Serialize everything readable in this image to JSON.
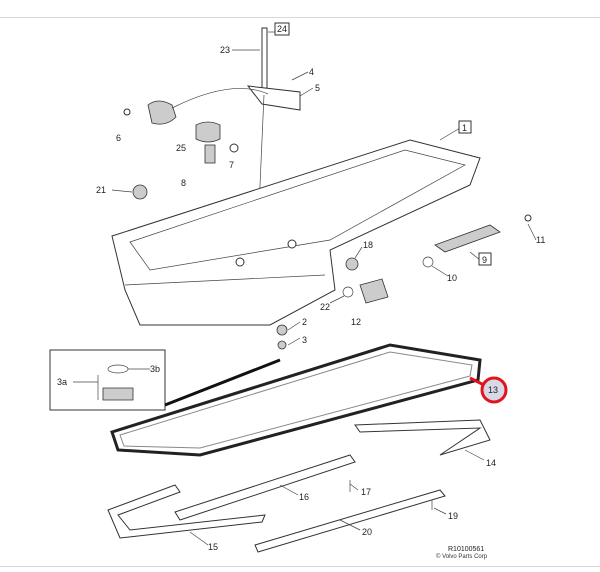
{
  "diagram": {
    "drawing_number": "R10100561",
    "copyright": "© Volvo Parts Corp",
    "highlight_color": "#e0141e",
    "highlighted_part": "13",
    "labels": {
      "p1": "1",
      "p2": "2",
      "p3": "3",
      "p3a": "3a",
      "p3b": "3b",
      "p4": "4",
      "p5": "5",
      "p6": "6",
      "p7": "7",
      "p8": "8",
      "p9": "9",
      "p10": "10",
      "p11": "11",
      "p12": "12",
      "p13": "13",
      "p14": "14",
      "p15": "15",
      "p16": "16",
      "p17": "17",
      "p18": "18",
      "p19": "19",
      "p20": "20",
      "p21": "21",
      "p22": "22",
      "p23": "23",
      "p24": "24",
      "p25": "25"
    }
  }
}
